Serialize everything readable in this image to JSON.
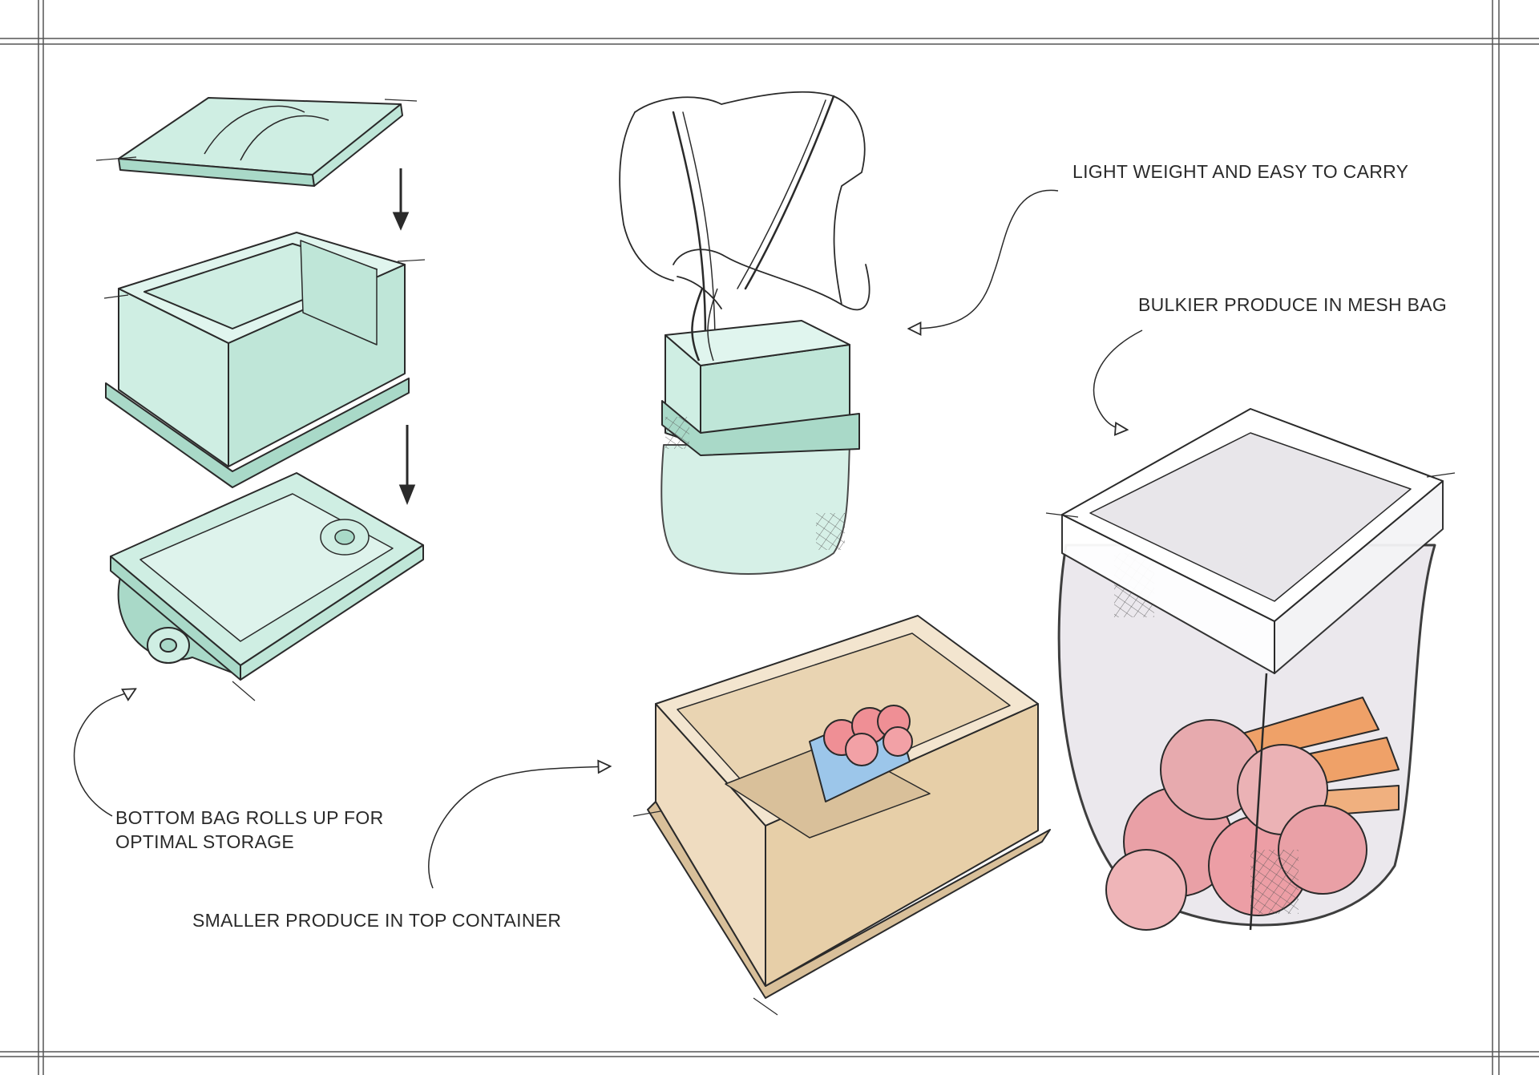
{
  "annotations": {
    "carry": "LIGHT WEIGHT AND EASY TO CARRY",
    "mesh_bag": "BULKIER PRODUCE IN MESH BAG",
    "rolls_up_line1": "BOTTOM BAG ROLLS UP FOR",
    "rolls_up_line2": "OPTIMAL STORAGE",
    "top_container": "SMALLER PRODUCE IN TOP CONTAINER"
  },
  "colors": {
    "mint": "#cfeee3",
    "mint_dark": "#a9d9c8",
    "wood": "#efdcc0",
    "wood_dark": "#d9c09a",
    "mesh": "#e9e6ec",
    "apple": "#e9a0a6",
    "carrot": "#efa168",
    "strawberry": "#ef8f95",
    "punnet": "#9cc6ea",
    "ink": "#2a2a2a"
  }
}
